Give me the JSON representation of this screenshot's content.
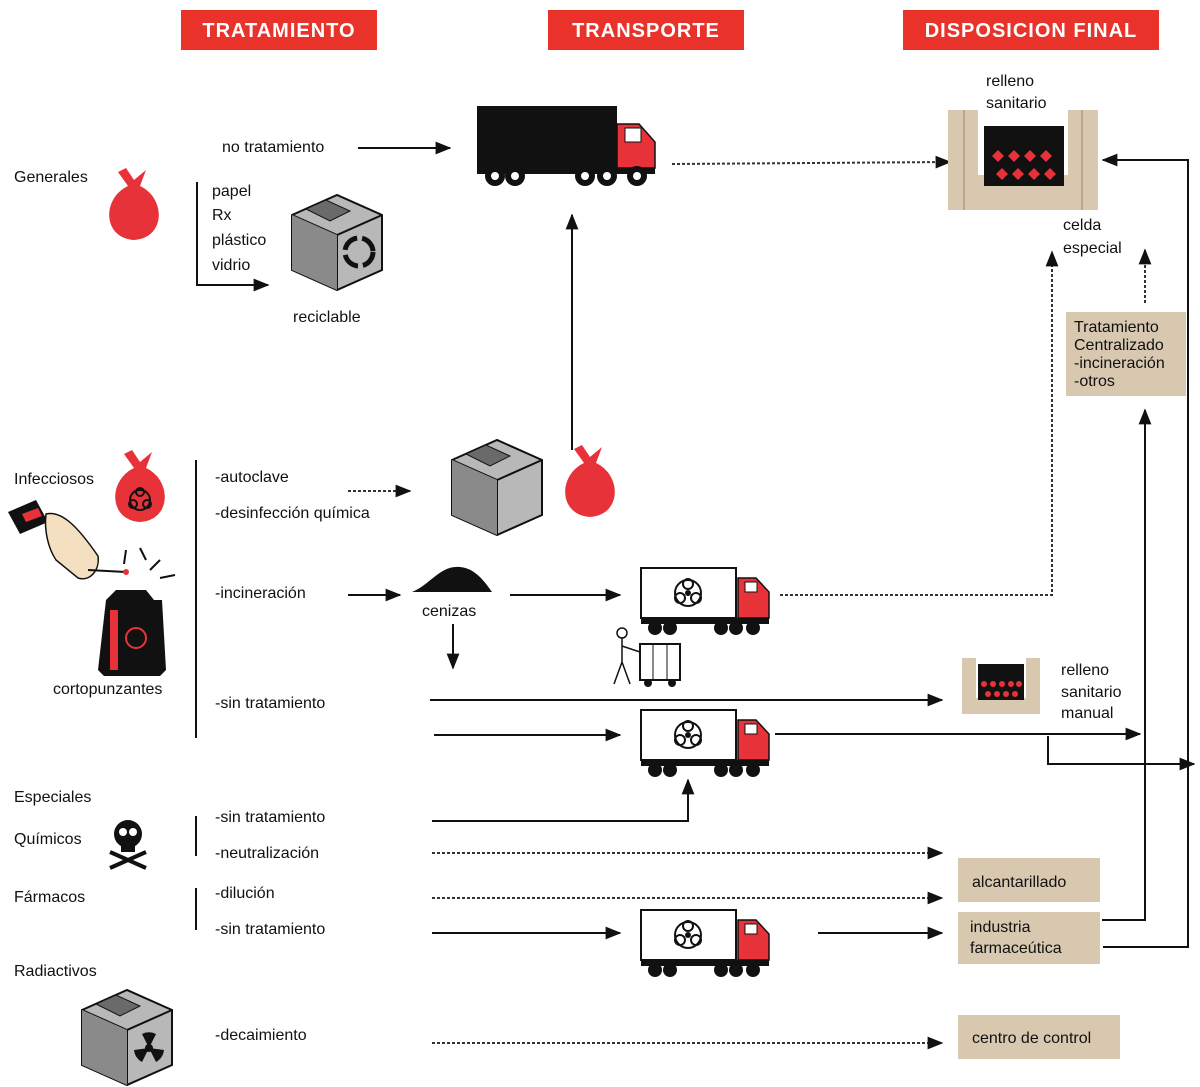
{
  "headers": {
    "tratamiento": "TRATAMIENTO",
    "transporte": "TRANSPORTE",
    "disposicion": "DISPOSICION FINAL"
  },
  "colors": {
    "header_bg": "#e8322a",
    "accent_red": "#e8323a",
    "box_tan": "#d8c8b0"
  },
  "categories": {
    "generales": "Generales",
    "infecciosos": "Infecciosos",
    "cortopunzantes": "cortopunzantes",
    "especiales": "Especiales",
    "quimicos": "Químicos",
    "farmacos": "Fármacos",
    "radiactivos": "Radiactivos"
  },
  "treatments": {
    "no_tratamiento": "no tratamiento",
    "recyclables": [
      "papel",
      "Rx",
      "plástico",
      "vidrio"
    ],
    "reciclable": "reciclable",
    "autoclave": "-autoclave",
    "desinfeccion": "-desinfección química",
    "incineracion": "-incineración",
    "cenizas": "cenizas",
    "sin_tratamiento_inf": "-sin tratamiento",
    "sin_tratamiento_quim": "-sin tratamiento",
    "neutralizacion": "-neutralización",
    "dilucion": "-dilución",
    "sin_tratamiento_farm": "-sin tratamiento",
    "decaimiento": "-decaimiento"
  },
  "destinations": {
    "relleno_sanitario": [
      "relleno",
      "sanitario"
    ],
    "celda_especial": [
      "celda",
      "especial"
    ],
    "tratamiento_centralizado": [
      "Tratamiento",
      "Centralizado",
      "-incineración",
      "-otros"
    ],
    "relleno_manual": [
      "relleno",
      "sanitario",
      "manual"
    ],
    "alcantarillado": "alcantarillado",
    "industria": [
      "industria",
      "farmaceútica"
    ],
    "centro_control": "centro de control"
  },
  "icons": {
    "truck_general": "black-truck-icon",
    "truck_bio": "biohazard-truck-icon",
    "bag": "waste-bag-icon",
    "biohazard_bag": "biohazard-bag-icon",
    "recycle_box": "recycle-box-icon",
    "box": "box-icon",
    "radioactive_box": "radioactive-box-icon",
    "skull": "skull-crossbones-icon",
    "needle": "needle-hand-icon",
    "sharps_container": "sharps-container-icon",
    "ash_pile": "ash-pile-icon",
    "cart": "cart-person-icon",
    "landfill": "landfill-icon"
  }
}
